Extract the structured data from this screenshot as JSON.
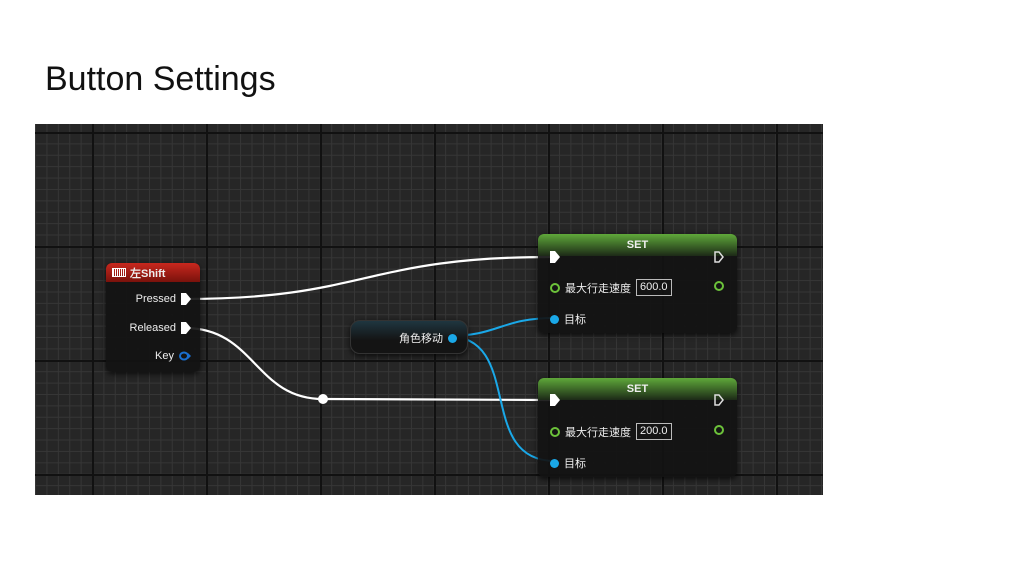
{
  "slide_title": "Button Settings",
  "colors": {
    "event_header": "#b01c14",
    "set_header": "#4a8a2a",
    "object_pin": "#1aa8e8",
    "float_pin": "#6cc23a",
    "exec_wire": "#ffffff"
  },
  "key_node": {
    "title": "左Shift",
    "icon": "keyboard-icon",
    "pins": {
      "pressed": "Pressed",
      "released": "Released",
      "key": "Key"
    }
  },
  "variable_node": {
    "label": "角色移动"
  },
  "set_nodes": [
    {
      "title": "SET",
      "property": "最大行走速度",
      "value": "600.0",
      "target": "目标"
    },
    {
      "title": "SET",
      "property": "最大行走速度",
      "value": "200.0",
      "target": "目标"
    }
  ]
}
